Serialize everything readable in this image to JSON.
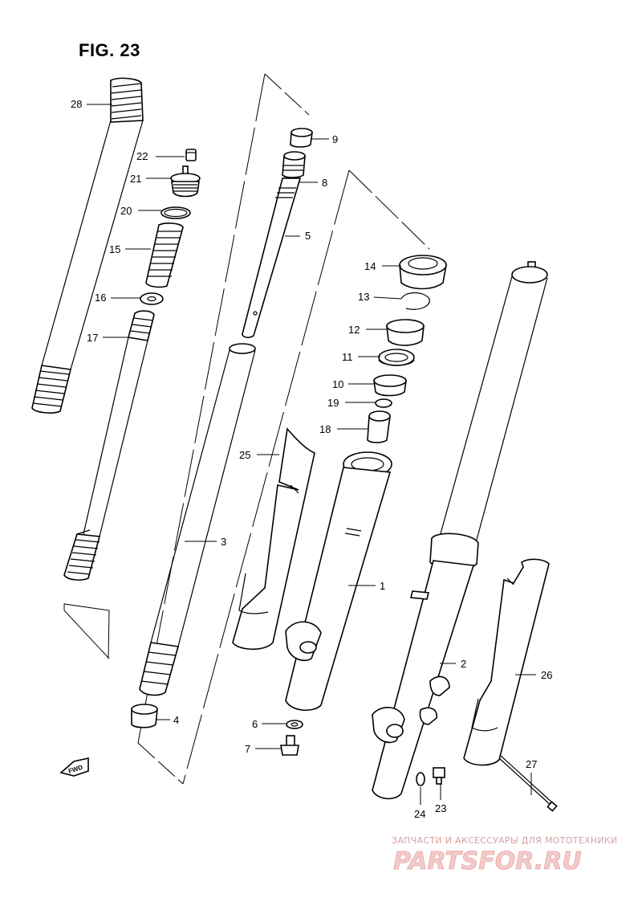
{
  "figure": {
    "title": "FIG. 23"
  },
  "fwd_label": "FWD",
  "parts": [
    {
      "no": "1"
    },
    {
      "no": "2"
    },
    {
      "no": "3"
    },
    {
      "no": "4"
    },
    {
      "no": "5"
    },
    {
      "no": "6"
    },
    {
      "no": "7"
    },
    {
      "no": "8"
    },
    {
      "no": "9"
    },
    {
      "no": "10"
    },
    {
      "no": "11"
    },
    {
      "no": "12"
    },
    {
      "no": "13"
    },
    {
      "no": "14"
    },
    {
      "no": "15"
    },
    {
      "no": "16"
    },
    {
      "no": "17"
    },
    {
      "no": "18"
    },
    {
      "no": "19"
    },
    {
      "no": "20"
    },
    {
      "no": "21"
    },
    {
      "no": "22"
    },
    {
      "no": "23"
    },
    {
      "no": "24"
    },
    {
      "no": "25"
    },
    {
      "no": "26"
    },
    {
      "no": "27"
    },
    {
      "no": "28"
    }
  ],
  "watermark": {
    "tagline": "ЗАПЧАСТИ И АКСЕССУАРЫ ДЛЯ МОТОТЕХНИКИ",
    "logo_text": "PARTSFOR.RU"
  }
}
